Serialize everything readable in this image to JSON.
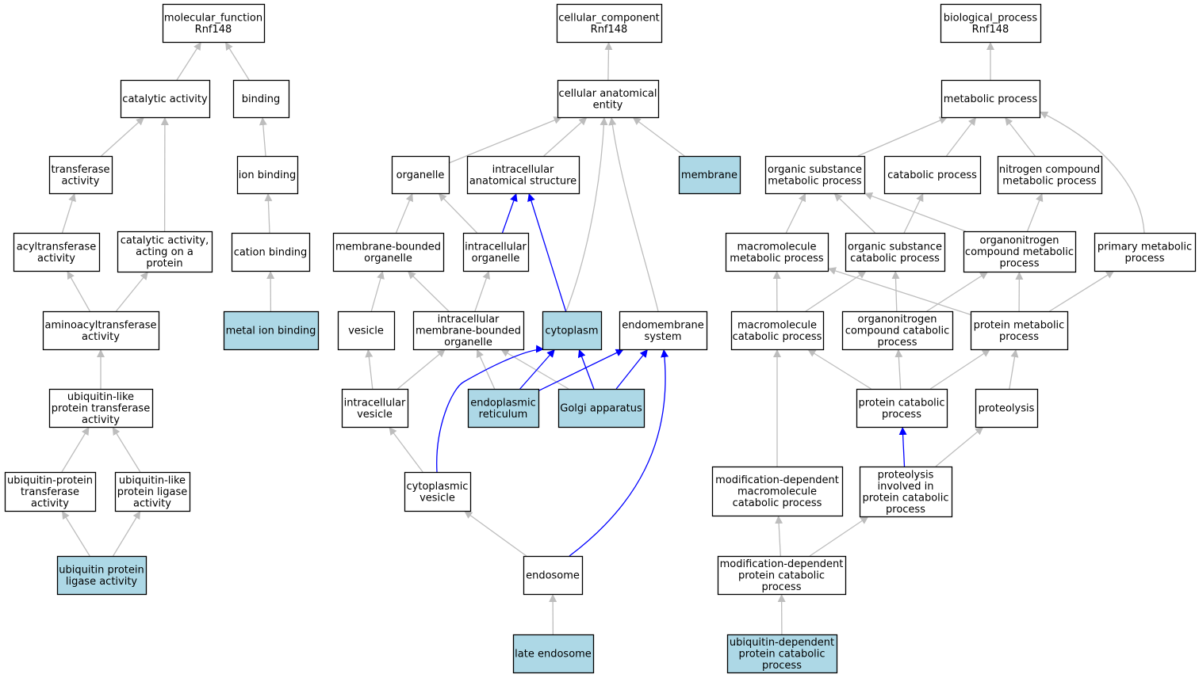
{
  "graph": {
    "gene": "Rnf148",
    "colors": {
      "background": "#ffffff",
      "default_node": "#ffffff",
      "highlight_node": "#add8e6",
      "border": "#000000",
      "default_edge": "#bdbdbd",
      "highlight_edge": "#0000ff"
    },
    "nodes": [
      {
        "id": "mf",
        "lines": [
          "molecular_function",
          "Rnf148"
        ],
        "highlight": false
      },
      {
        "id": "cat_act",
        "lines": [
          "catalytic activity"
        ],
        "highlight": false
      },
      {
        "id": "binding",
        "lines": [
          "binding"
        ],
        "highlight": false
      },
      {
        "id": "transferase",
        "lines": [
          "transferase",
          "activity"
        ],
        "highlight": false
      },
      {
        "id": "ion_binding",
        "lines": [
          "ion binding"
        ],
        "highlight": false
      },
      {
        "id": "acyltransferase",
        "lines": [
          "acyltransferase",
          "activity"
        ],
        "highlight": false
      },
      {
        "id": "cat_act_protein",
        "lines": [
          "catalytic activity,",
          "acting on a",
          "protein"
        ],
        "highlight": false
      },
      {
        "id": "cation_binding",
        "lines": [
          "cation binding"
        ],
        "highlight": false
      },
      {
        "id": "aminoacyl",
        "lines": [
          "aminoacyltransferase",
          "activity"
        ],
        "highlight": false
      },
      {
        "id": "metal_ion",
        "lines": [
          "metal ion binding"
        ],
        "highlight": true
      },
      {
        "id": "ubl_transferase",
        "lines": [
          "ubiquitin-like",
          "protein transferase",
          "activity"
        ],
        "highlight": false
      },
      {
        "id": "ub_transferase",
        "lines": [
          "ubiquitin-protein",
          "transferase",
          "activity"
        ],
        "highlight": false
      },
      {
        "id": "ubl_ligase",
        "lines": [
          "ubiquitin-like",
          "protein ligase",
          "activity"
        ],
        "highlight": false
      },
      {
        "id": "ub_ligase",
        "lines": [
          "ubiquitin protein",
          "ligase activity"
        ],
        "highlight": true
      },
      {
        "id": "cc",
        "lines": [
          "cellular_component",
          "Rnf148"
        ],
        "highlight": false
      },
      {
        "id": "cae",
        "lines": [
          "cellular anatomical",
          "entity"
        ],
        "highlight": false
      },
      {
        "id": "organelle",
        "lines": [
          "organelle"
        ],
        "highlight": false
      },
      {
        "id": "ias",
        "lines": [
          "intracellular",
          "anatomical structure"
        ],
        "highlight": false
      },
      {
        "id": "membrane",
        "lines": [
          "membrane"
        ],
        "highlight": true
      },
      {
        "id": "mbo",
        "lines": [
          "membrane-bounded",
          "organelle"
        ],
        "highlight": false
      },
      {
        "id": "io",
        "lines": [
          "intracellular",
          "organelle"
        ],
        "highlight": false
      },
      {
        "id": "vesicle",
        "lines": [
          "vesicle"
        ],
        "highlight": false
      },
      {
        "id": "imbo",
        "lines": [
          "intracellular",
          "membrane-bounded",
          "organelle"
        ],
        "highlight": false
      },
      {
        "id": "cytoplasm",
        "lines": [
          "cytoplasm"
        ],
        "highlight": true
      },
      {
        "id": "endomembrane",
        "lines": [
          "endomembrane",
          "system"
        ],
        "highlight": false
      },
      {
        "id": "iv",
        "lines": [
          "intracellular",
          "vesicle"
        ],
        "highlight": false
      },
      {
        "id": "er",
        "lines": [
          "endoplasmic",
          "reticulum"
        ],
        "highlight": true
      },
      {
        "id": "golgi",
        "lines": [
          "Golgi apparatus"
        ],
        "highlight": true
      },
      {
        "id": "cv",
        "lines": [
          "cytoplasmic",
          "vesicle"
        ],
        "highlight": false
      },
      {
        "id": "endosome",
        "lines": [
          "endosome"
        ],
        "highlight": false
      },
      {
        "id": "late_endosome",
        "lines": [
          "late endosome"
        ],
        "highlight": true
      },
      {
        "id": "bp",
        "lines": [
          "biological_process",
          "Rnf148"
        ],
        "highlight": false
      },
      {
        "id": "metabolic",
        "lines": [
          "metabolic process"
        ],
        "highlight": false
      },
      {
        "id": "osmp",
        "lines": [
          "organic substance",
          "metabolic process"
        ],
        "highlight": false
      },
      {
        "id": "catabolic",
        "lines": [
          "catabolic process"
        ],
        "highlight": false
      },
      {
        "id": "ncmp",
        "lines": [
          "nitrogen compound",
          "metabolic process"
        ],
        "highlight": false
      },
      {
        "id": "mmp",
        "lines": [
          "macromolecule",
          "metabolic process"
        ],
        "highlight": false
      },
      {
        "id": "oscp",
        "lines": [
          "organic substance",
          "catabolic process"
        ],
        "highlight": false
      },
      {
        "id": "ocmp",
        "lines": [
          "organonitrogen",
          "compound metabolic",
          "process"
        ],
        "highlight": false
      },
      {
        "id": "pmp",
        "lines": [
          "primary metabolic",
          "process"
        ],
        "highlight": false
      },
      {
        "id": "mcp",
        "lines": [
          "macromolecule",
          "catabolic process"
        ],
        "highlight": false
      },
      {
        "id": "occp",
        "lines": [
          "organonitrogen",
          "compound catabolic",
          "process"
        ],
        "highlight": false
      },
      {
        "id": "protmp",
        "lines": [
          "protein metabolic",
          "process"
        ],
        "highlight": false
      },
      {
        "id": "pcp",
        "lines": [
          "protein catabolic",
          "process"
        ],
        "highlight": false
      },
      {
        "id": "proteolysis",
        "lines": [
          "proteolysis"
        ],
        "highlight": false
      },
      {
        "id": "mdmcp",
        "lines": [
          "modification-dependent",
          "macromolecule",
          "catabolic process"
        ],
        "highlight": false
      },
      {
        "id": "pipcp",
        "lines": [
          "proteolysis",
          "involved in",
          "protein catabolic",
          "process"
        ],
        "highlight": false
      },
      {
        "id": "mdpcp",
        "lines": [
          "modification-dependent",
          "protein catabolic",
          "process"
        ],
        "highlight": false
      },
      {
        "id": "udpcp",
        "lines": [
          "ubiquitin-dependent",
          "protein catabolic",
          "process"
        ],
        "highlight": true
      }
    ],
    "edges": [
      {
        "from": "cat_act",
        "to": "mf",
        "highlight": false
      },
      {
        "from": "binding",
        "to": "mf",
        "highlight": false
      },
      {
        "from": "transferase",
        "to": "cat_act",
        "highlight": false
      },
      {
        "from": "cat_act_protein",
        "to": "cat_act",
        "highlight": false
      },
      {
        "from": "ion_binding",
        "to": "binding",
        "highlight": false
      },
      {
        "from": "acyltransferase",
        "to": "transferase",
        "highlight": false
      },
      {
        "from": "cation_binding",
        "to": "ion_binding",
        "highlight": false
      },
      {
        "from": "aminoacyl",
        "to": "acyltransferase",
        "highlight": false
      },
      {
        "from": "aminoacyl",
        "to": "cat_act_protein",
        "highlight": false
      },
      {
        "from": "metal_ion",
        "to": "cation_binding",
        "highlight": false
      },
      {
        "from": "ubl_transferase",
        "to": "aminoacyl",
        "highlight": false
      },
      {
        "from": "ub_transferase",
        "to": "ubl_transferase",
        "highlight": false
      },
      {
        "from": "ubl_ligase",
        "to": "ubl_transferase",
        "highlight": false
      },
      {
        "from": "ub_ligase",
        "to": "ub_transferase",
        "highlight": false
      },
      {
        "from": "ub_ligase",
        "to": "ubl_ligase",
        "highlight": false
      },
      {
        "from": "cae",
        "to": "cc",
        "highlight": false
      },
      {
        "from": "organelle",
        "to": "cae",
        "highlight": false
      },
      {
        "from": "ias",
        "to": "cae",
        "highlight": false
      },
      {
        "from": "membrane",
        "to": "cae",
        "highlight": false
      },
      {
        "from": "cytoplasm",
        "to": "cae",
        "highlight": false
      },
      {
        "from": "endomembrane",
        "to": "cae",
        "highlight": false
      },
      {
        "from": "mbo",
        "to": "organelle",
        "highlight": false
      },
      {
        "from": "io",
        "to": "organelle",
        "highlight": false
      },
      {
        "from": "io",
        "to": "ias",
        "highlight": true
      },
      {
        "from": "cytoplasm",
        "to": "ias",
        "highlight": true
      },
      {
        "from": "vesicle",
        "to": "mbo",
        "highlight": false
      },
      {
        "from": "imbo",
        "to": "mbo",
        "highlight": false
      },
      {
        "from": "imbo",
        "to": "io",
        "highlight": false
      },
      {
        "from": "iv",
        "to": "vesicle",
        "highlight": false
      },
      {
        "from": "iv",
        "to": "imbo",
        "highlight": false
      },
      {
        "from": "er",
        "to": "imbo",
        "highlight": false
      },
      {
        "from": "golgi",
        "to": "imbo",
        "highlight": false
      },
      {
        "from": "er",
        "to": "cytoplasm",
        "highlight": true
      },
      {
        "from": "golgi",
        "to": "cytoplasm",
        "highlight": true
      },
      {
        "from": "er",
        "to": "endomembrane",
        "highlight": true
      },
      {
        "from": "golgi",
        "to": "endomembrane",
        "highlight": true
      },
      {
        "from": "cv",
        "to": "iv",
        "highlight": false
      },
      {
        "from": "cv",
        "to": "cytoplasm",
        "highlight": true
      },
      {
        "from": "endosome",
        "to": "cv",
        "highlight": false
      },
      {
        "from": "endosome",
        "to": "endomembrane",
        "highlight": true
      },
      {
        "from": "late_endosome",
        "to": "endosome",
        "highlight": false
      },
      {
        "from": "metabolic",
        "to": "bp",
        "highlight": false
      },
      {
        "from": "osmp",
        "to": "metabolic",
        "highlight": false
      },
      {
        "from": "catabolic",
        "to": "metabolic",
        "highlight": false
      },
      {
        "from": "ncmp",
        "to": "metabolic",
        "highlight": false
      },
      {
        "from": "pmp",
        "to": "metabolic",
        "highlight": false
      },
      {
        "from": "mmp",
        "to": "osmp",
        "highlight": false
      },
      {
        "from": "oscp",
        "to": "osmp",
        "highlight": false
      },
      {
        "from": "oscp",
        "to": "catabolic",
        "highlight": false
      },
      {
        "from": "ocmp",
        "to": "osmp",
        "highlight": false
      },
      {
        "from": "ocmp",
        "to": "ncmp",
        "highlight": false
      },
      {
        "from": "mcp",
        "to": "mmp",
        "highlight": false
      },
      {
        "from": "mcp",
        "to": "oscp",
        "highlight": false
      },
      {
        "from": "occp",
        "to": "oscp",
        "highlight": false
      },
      {
        "from": "occp",
        "to": "ocmp",
        "highlight": false
      },
      {
        "from": "protmp",
        "to": "mmp",
        "highlight": false
      },
      {
        "from": "protmp",
        "to": "ocmp",
        "highlight": false
      },
      {
        "from": "protmp",
        "to": "pmp",
        "highlight": false
      },
      {
        "from": "pcp",
        "to": "mcp",
        "highlight": false
      },
      {
        "from": "pcp",
        "to": "occp",
        "highlight": false
      },
      {
        "from": "pcp",
        "to": "protmp",
        "highlight": false
      },
      {
        "from": "proteolysis",
        "to": "protmp",
        "highlight": false
      },
      {
        "from": "mdmcp",
        "to": "mcp",
        "highlight": false
      },
      {
        "from": "pipcp",
        "to": "pcp",
        "highlight": true
      },
      {
        "from": "pipcp",
        "to": "proteolysis",
        "highlight": false
      },
      {
        "from": "mdpcp",
        "to": "mdmcp",
        "highlight": false
      },
      {
        "from": "mdpcp",
        "to": "pipcp",
        "highlight": false
      },
      {
        "from": "udpcp",
        "to": "mdpcp",
        "highlight": false
      }
    ]
  }
}
